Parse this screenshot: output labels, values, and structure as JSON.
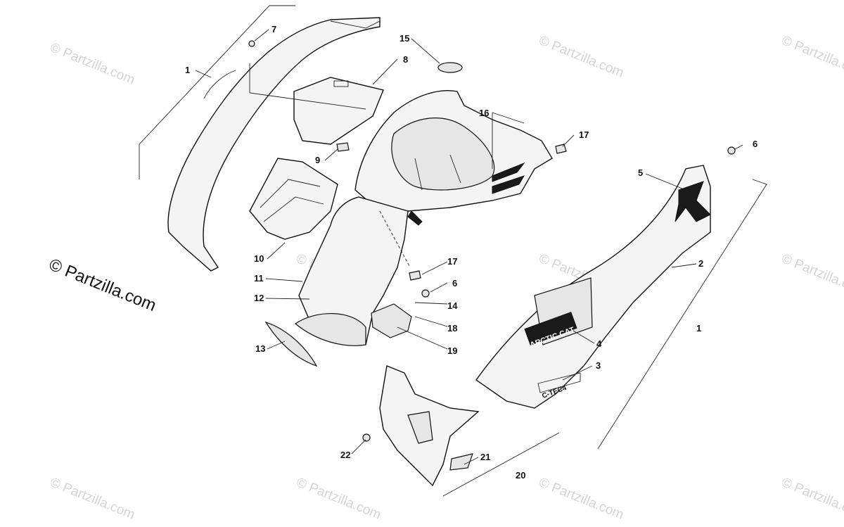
{
  "copyright": "© Partzilla.com",
  "watermark": "© Partzilla.com",
  "decals": {
    "brand": "ARCTIC CAT",
    "model": "C-TEC4"
  },
  "callouts": [
    "1",
    "7",
    "8",
    "15",
    "16",
    "17",
    "6",
    "5",
    "9",
    "10",
    "11",
    "12",
    "13",
    "17",
    "6",
    "14",
    "18",
    "19",
    "2",
    "1",
    "4",
    "3",
    "22",
    "21",
    "20"
  ]
}
